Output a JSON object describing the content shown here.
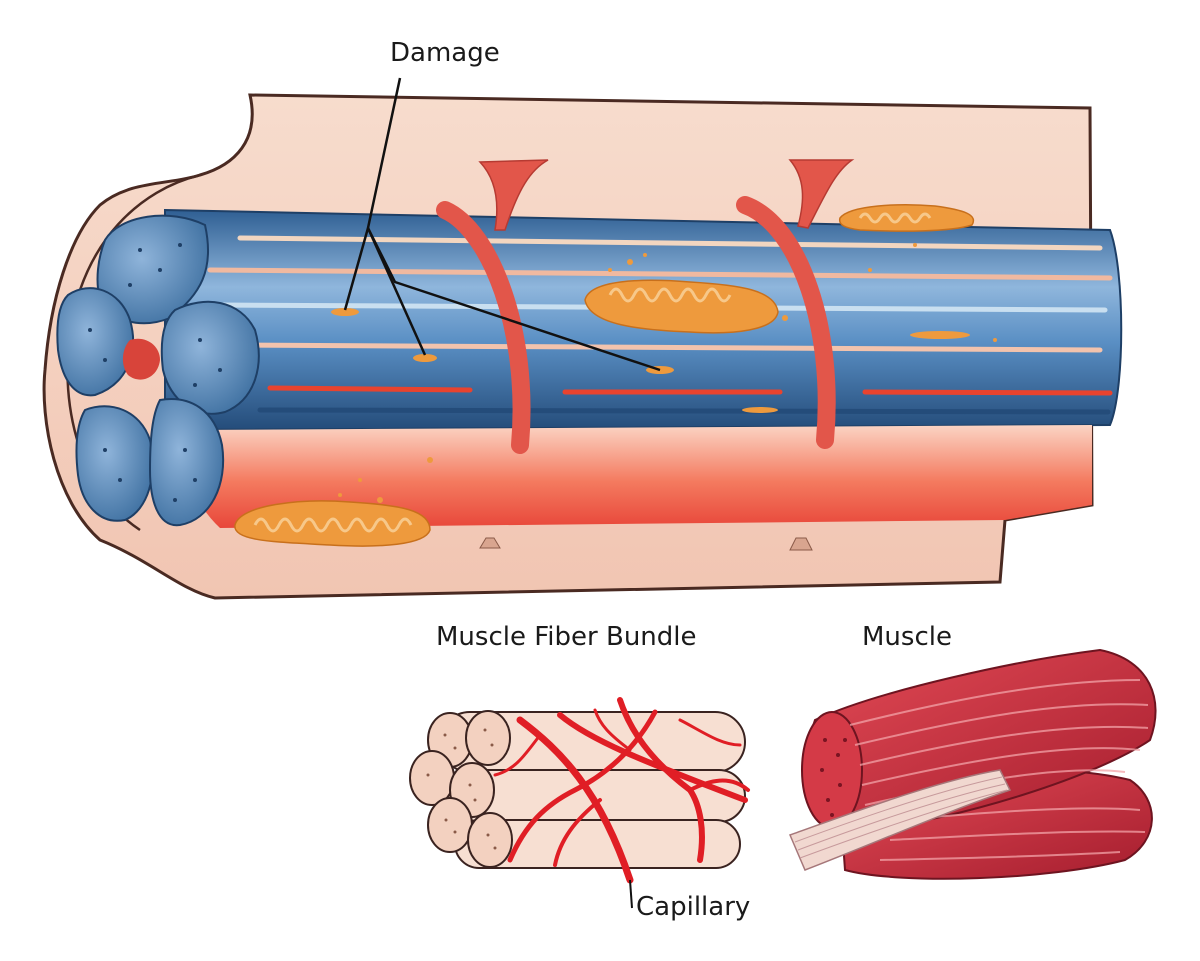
{
  "labels": {
    "damage": "Damage",
    "fiber_bundle": "Muscle Fiber Bundle",
    "muscle": "Muscle",
    "capillary": "Capillary"
  },
  "colors": {
    "sheath": "#f6d4c2",
    "sheath_outline": "#4a2a22",
    "fibril_blue": "#4f85bb",
    "fibril_light": "#a9c8e4",
    "fibril_dark": "#2f5f93",
    "red_fiber": "#f0613f",
    "vessel": "#e2564a",
    "mitochondria": "#ee9a3d",
    "muscle_red": "#c9283a",
    "bundle_cream": "#f7dfd2",
    "capillary_red": "#e01e25"
  }
}
